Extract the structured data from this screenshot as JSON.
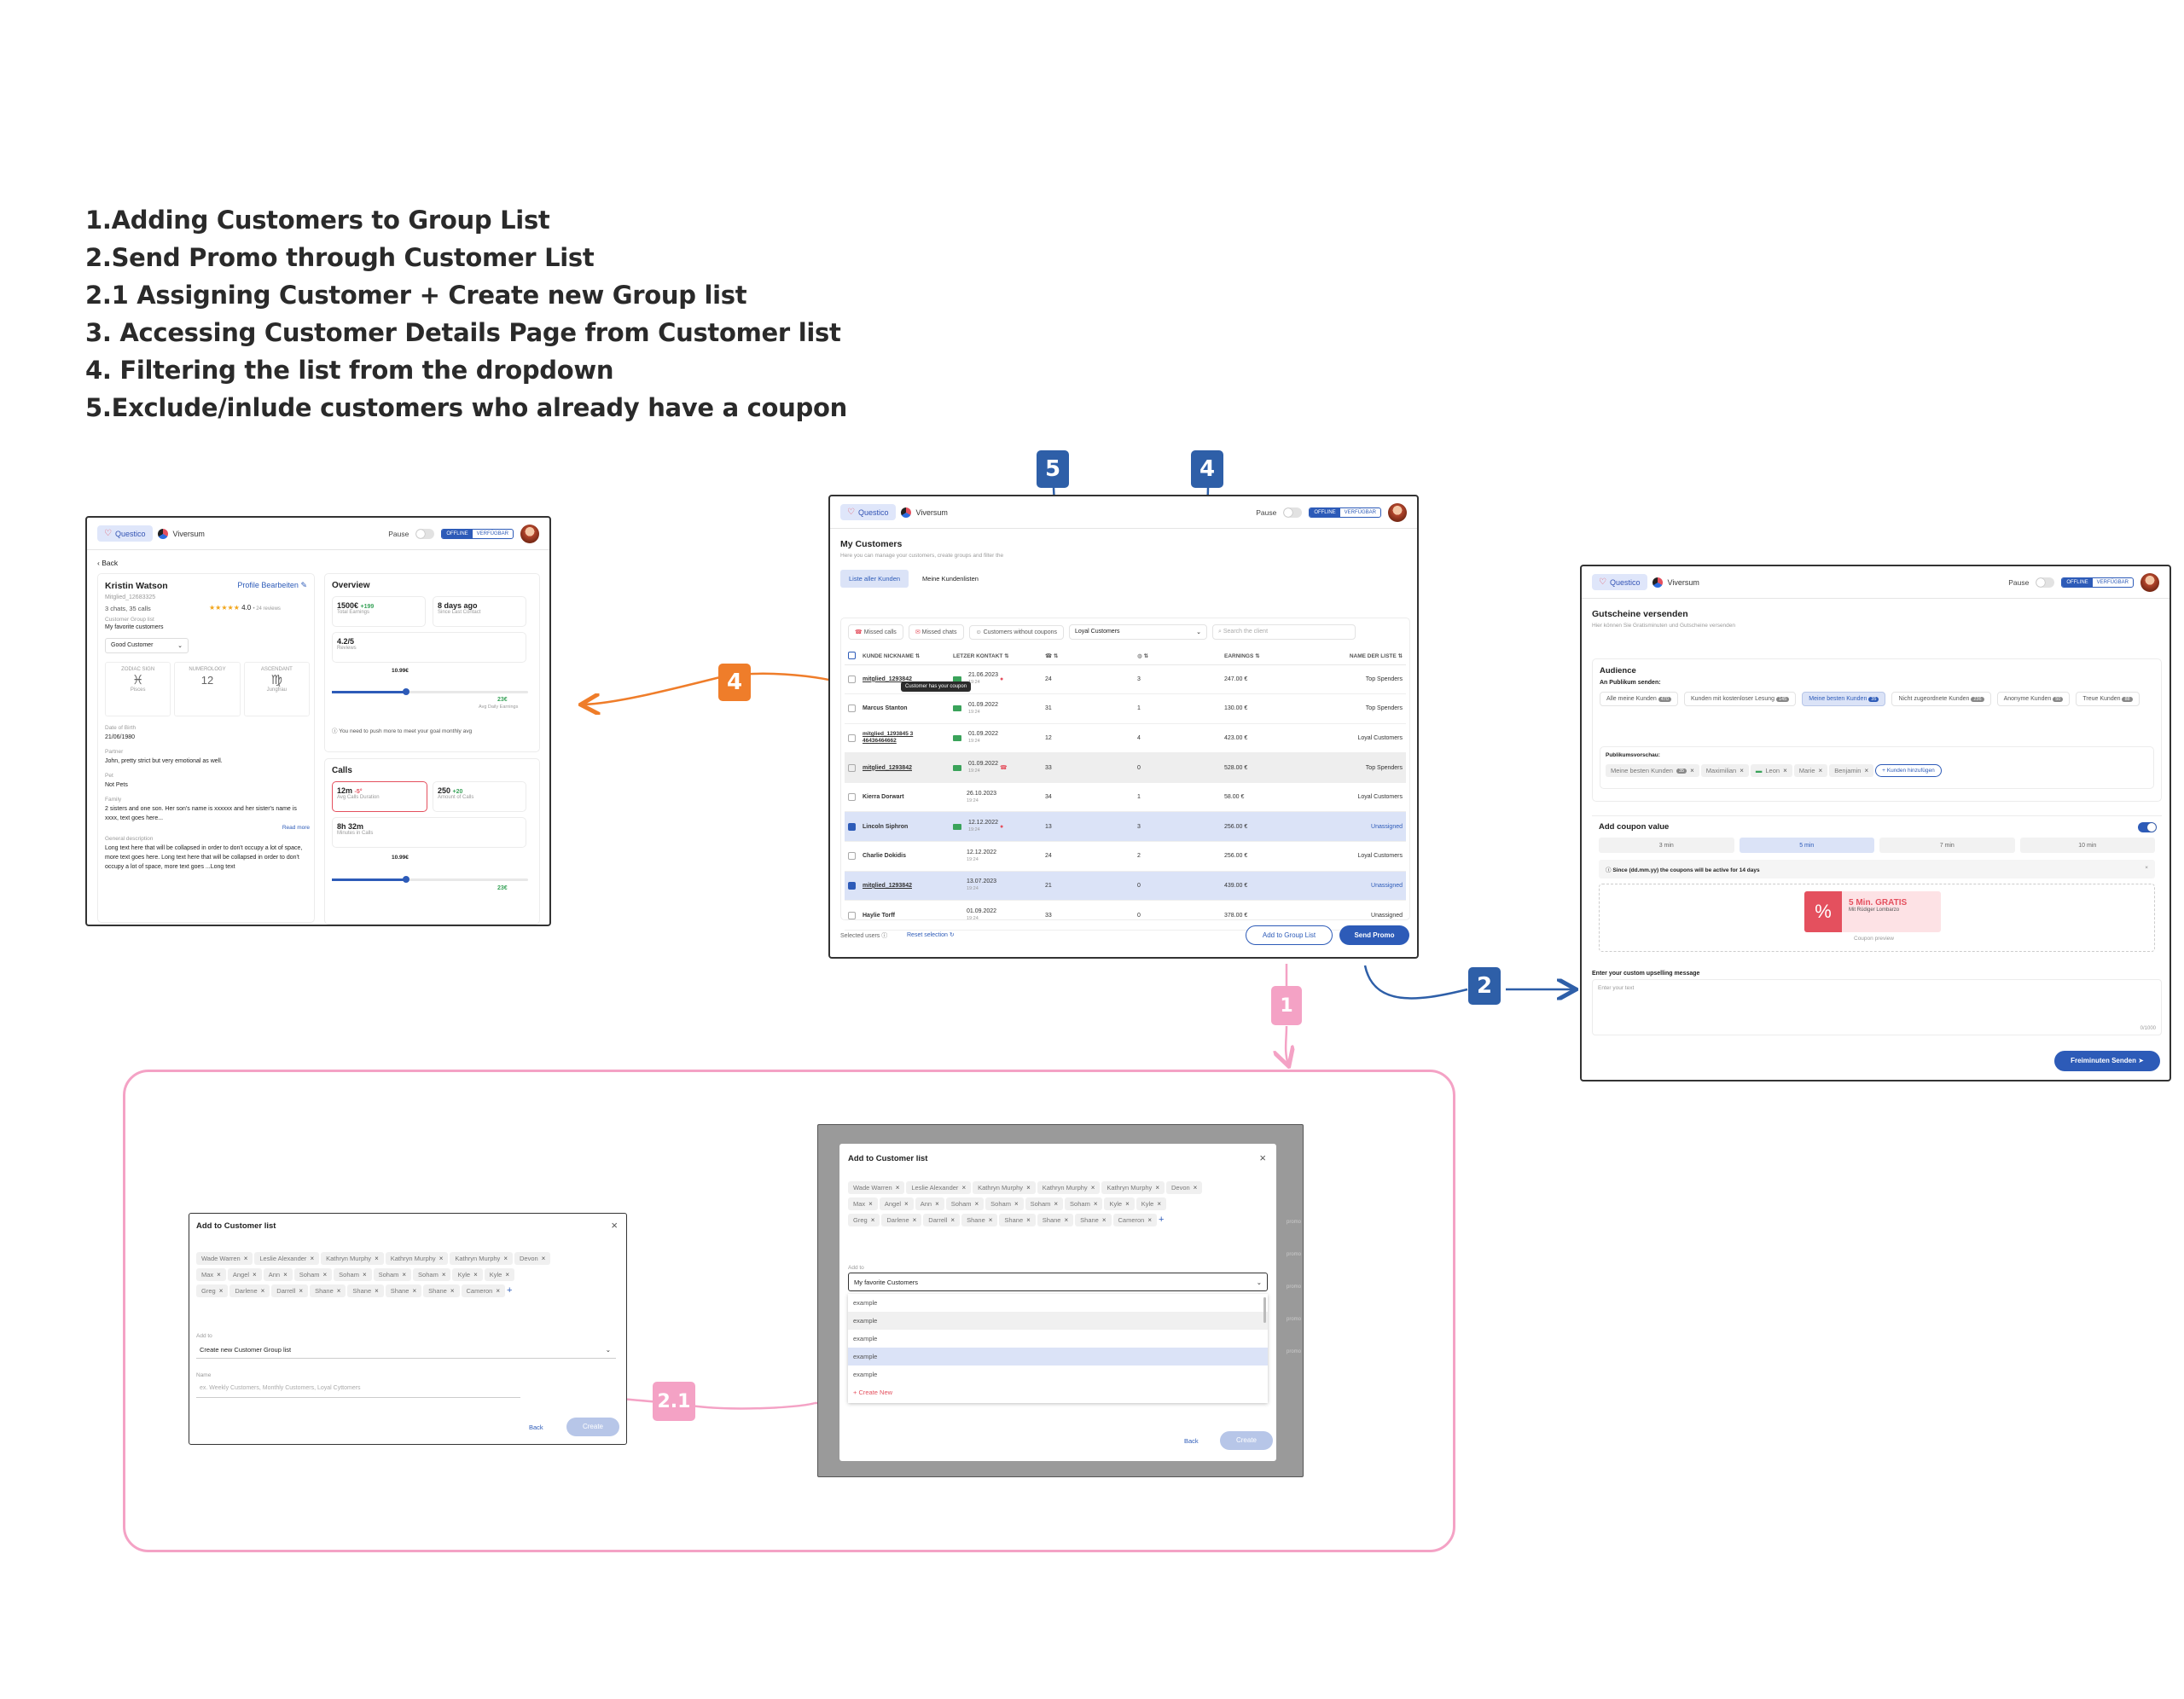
{
  "annotations": {
    "lines": [
      "1.Adding Customers to Group List",
      "2.Send Promo through Customer List",
      "2.1 Assigning Customer + Create new Group list",
      "3. Accessing Customer Details Page from Customer list",
      "4. Filtering the list from the dropdown",
      "5.Exclude/inlude customers who already have a coupon"
    ],
    "badges": {
      "b5": "5",
      "b4_top": "4",
      "b4_left": "4",
      "b2": "2",
      "b1": "1",
      "b21": "2.1"
    }
  },
  "topbar": {
    "questico": "Questico",
    "viversum": "Viversum",
    "pause": "Pause",
    "offline": "OFFLINE",
    "verfuegbar": "VERFÜGBAR"
  },
  "customer_details": {
    "back": "Back",
    "name": "Kristin Watson",
    "edit": "Profile Bearbeiten",
    "member_id": "Mitglied_12683325",
    "stats": "3 chats, 35 calls",
    "rating": "4.0",
    "reviews": "• 24 reviews",
    "group_label": "Customer Group list",
    "group_value": "My favorite customers",
    "select_value": "Good Customer",
    "zodiac_label": "ZODIAC SIGN",
    "zodiac_value": "Pisces",
    "numerology_label": "NUMEROLOGY",
    "numerology_value": "12",
    "ascendant_label": "ASCENDANT",
    "ascendant_value": "Jungfrau",
    "dob_label": "Date of Birth",
    "dob_value": "21/06/1980",
    "partner_label": "Partner",
    "partner_value": "John, pretty strict but very emotional as well.",
    "pet_label": "Pet",
    "pet_value": "Not Pets",
    "family_label": "Family",
    "family_value": "2 sisters and one son. Her son's name is xxxxxx and her sister's name is xxxx, text goes here...",
    "read_more": "Read more",
    "desc_label": "General description",
    "desc_value": "Long text here that will be collapsed in order to don't occupy a lot of space, more text goes here. Long text here that will be collapsed in order to don't occupy a lot of space, more text goes ...Long text",
    "overview_title": "Overview",
    "earn_value": "1500€",
    "earn_delta": "+199",
    "earn_label": "Total Earnings",
    "last_value": "8 days ago",
    "last_label": "Since Last Contact",
    "reviews_value": "4.2/5",
    "reviews_label": "Reviews",
    "slider_value": "10.99€",
    "avg_value": "23€",
    "avg_label": "Avg Daily Earnings",
    "hint": "You need to push more to meet your goal monthly avg",
    "calls_title": "Calls",
    "dur_value": "12m",
    "dur_delta": "-5°",
    "dur_label": "Avg Calls Duration",
    "amount_value": "250",
    "amount_delta": "+20",
    "amount_label": "Amount of Calls",
    "minutes_value": "8h 32m",
    "minutes_label": "Minutes in Calls",
    "slider2_value": "10.99€",
    "avg2_value": "23€"
  },
  "customers": {
    "title": "My Customers",
    "subtitle": "Here you can manage your customers, create groups and filter the",
    "tab_all": "Liste aller Kunden",
    "tab_mine": "Meine Kundenlisten",
    "filter_missed_calls": "Missed calls",
    "filter_missed_chats": "Missed chats",
    "filter_coupons": "Customers without coupons",
    "filter_dropdown": "Loyal Customers",
    "search_placeholder": "Search the client",
    "headers": {
      "nick": "KUNDE NICKNAME",
      "contact": "LETZER KONTAKT",
      "calls": "",
      "chats": "",
      "earnings": "EARNINGS",
      "list": "NAME DER LISTE"
    },
    "tooltip": "Customer has your coupon",
    "rows": [
      {
        "nick": "mitglied_1293842",
        "date": "21.06.2023",
        "time": "19:24",
        "calls": "24",
        "chats": "3",
        "earnings": "247.00 €",
        "list": "Top Spenders"
      },
      {
        "nick": "Marcus Stanton",
        "date": "01.09.2022",
        "time": "19:24",
        "calls": "31",
        "chats": "1",
        "earnings": "130.00 €",
        "list": "Top Spenders"
      },
      {
        "nick": "mitglied_1293845 3 46436464662",
        "date": "01.09.2022",
        "time": "19:24",
        "calls": "12",
        "chats": "4",
        "earnings": "423.00 €",
        "list": "Loyal Customers"
      },
      {
        "nick": "mitglied_1293842",
        "date": "01.09.2022",
        "time": "19:24",
        "calls": "33",
        "chats": "0",
        "earnings": "528.00 €",
        "list": "Top Spenders"
      },
      {
        "nick": "Kierra Dorwart",
        "date": "26.10.2023",
        "time": "19:24",
        "calls": "34",
        "chats": "1",
        "earnings": "58.00 €",
        "list": "Loyal Customers"
      },
      {
        "nick": "Lincoln Siphron",
        "date": "12.12.2022",
        "time": "19:24",
        "calls": "13",
        "chats": "3",
        "earnings": "256.00 €",
        "list": "Unassigned"
      },
      {
        "nick": "Charlie Dokidis",
        "date": "12.12.2022",
        "time": "19:24",
        "calls": "24",
        "chats": "2",
        "earnings": "256.00 €",
        "list": "Loyal Customers"
      },
      {
        "nick": "mitglied_1293842",
        "date": "13.07.2023",
        "time": "19:24",
        "calls": "21",
        "chats": "0",
        "earnings": "439.00 €",
        "list": "Unassigned"
      },
      {
        "nick": "Haylie Torff",
        "date": "01.09.2022",
        "time": "19:24",
        "calls": "33",
        "chats": "0",
        "earnings": "378.00 €",
        "list": "Unassigned"
      }
    ],
    "selected_users": "Selected users",
    "reset": "Reset selection",
    "add_group": "Add to Group List",
    "send_promo": "Send Promo"
  },
  "promo": {
    "title": "Gutscheine versenden",
    "subtitle": "Hier können Sie Gratisminuten und Gutscheine versenden",
    "audience_title": "Audience",
    "send_to_label": "An Publikum senden:",
    "audience_chips": [
      {
        "label": "Alle meine Kunden",
        "count": "470"
      },
      {
        "label": "Kunden mit kostenloser Lesung",
        "count": "145"
      },
      {
        "label": "Meine besten Kunden",
        "count": "35"
      },
      {
        "label": "Nicht zugeordnete Kunden",
        "count": "236"
      },
      {
        "label": "Anonyme Kunden",
        "count": "50"
      },
      {
        "label": "Treue Kunden",
        "count": "88"
      }
    ],
    "preview_label": "Publikumsvorschau:",
    "preview_chips": [
      "Meine besten Kunden",
      "Maximilian",
      "Leon",
      "Marie",
      "Benjamin"
    ],
    "preview_count": "35",
    "add_customers": "+ Kunden hinzufügen",
    "coupon_title": "Add coupon value",
    "coupon_options": [
      "3 min",
      "5 min",
      "7 min",
      "10 min"
    ],
    "coupon_info": "Since (dd.mm.yy) the coupons will be active for 14 days",
    "coupon_main": "5 Min. GRATIS",
    "coupon_sub": "Mit Rüdiger Lombarzo",
    "coupon_preview": "Coupon preview",
    "message_label": "Enter your custom upselling message",
    "message_placeholder": "Enter your text",
    "counter": "0/1000",
    "submit": "Freiminuten Senden"
  },
  "modal_create": {
    "title": "Add to Customer list",
    "chips": [
      "Wade Warren",
      "Leslie Alexander",
      "Kathryn Murphy",
      "Kathryn Murphy",
      "Kathryn Murphy",
      "Devon",
      "Max",
      "Angel",
      "Ann",
      "Soham",
      "Soham",
      "Soham",
      "Soham",
      "Kyle",
      "Kyle",
      "Greg",
      "Darlene",
      "Darrell",
      "Shane",
      "Shane",
      "Shane",
      "Shane",
      "Cameron"
    ],
    "add_to_label": "Add to",
    "add_to_value": "Create new Customer Group list",
    "name_label": "Name",
    "name_placeholder": "ex. Weekly Customers, Monthly Customers, Loyal Cyttomers",
    "back": "Back",
    "create": "Create"
  },
  "modal_dropdown": {
    "title": "Add to Customer list",
    "chips": [
      "Wade Warren",
      "Leslie Alexander",
      "Kathryn Murphy",
      "Kathryn Murphy",
      "Kathryn Murphy",
      "Devon",
      "Max",
      "Angel",
      "Ann",
      "Soham",
      "Soham",
      "Soham",
      "Soham",
      "Kyle",
      "Kyle",
      "Greg",
      "Darlene",
      "Darrell",
      "Shane",
      "Shane",
      "Shane",
      "Shane",
      "Cameron"
    ],
    "add_to_label": "Add to",
    "add_to_value": "My favorite Customers",
    "options": [
      "example",
      "example",
      "example",
      "example",
      "example"
    ],
    "create_new": "+ Create New",
    "back": "Back",
    "create": "Create",
    "bg_labels": [
      "promo",
      "promo",
      "promo",
      "promo",
      "promo"
    ]
  }
}
